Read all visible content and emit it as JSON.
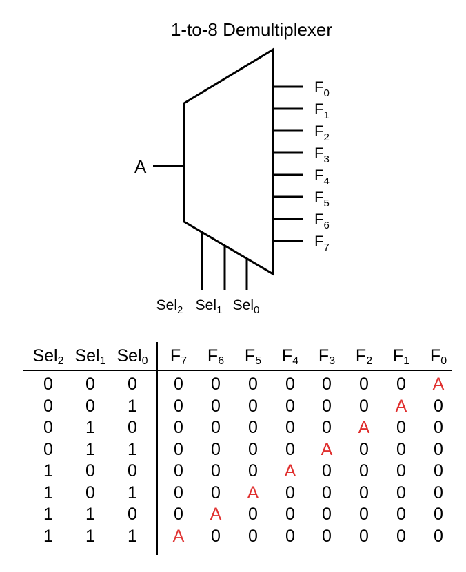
{
  "title": "1-to-8 Demultiplexer",
  "colors": {
    "line": "#000000",
    "highlight": "#e0302f"
  },
  "input_label": "A",
  "outputs": [
    {
      "base": "F",
      "sub": "0"
    },
    {
      "base": "F",
      "sub": "1"
    },
    {
      "base": "F",
      "sub": "2"
    },
    {
      "base": "F",
      "sub": "3"
    },
    {
      "base": "F",
      "sub": "4"
    },
    {
      "base": "F",
      "sub": "5"
    },
    {
      "base": "F",
      "sub": "6"
    },
    {
      "base": "F",
      "sub": "7"
    }
  ],
  "selects": [
    {
      "base": "Sel",
      "sub": "2"
    },
    {
      "base": "Sel",
      "sub": "1"
    },
    {
      "base": "Sel",
      "sub": "0"
    }
  ],
  "truth_table": {
    "select_headers": [
      {
        "base": "Sel",
        "sub": "2"
      },
      {
        "base": "Sel",
        "sub": "1"
      },
      {
        "base": "Sel",
        "sub": "0"
      }
    ],
    "output_headers": [
      {
        "base": "F",
        "sub": "7"
      },
      {
        "base": "F",
        "sub": "6"
      },
      {
        "base": "F",
        "sub": "5"
      },
      {
        "base": "F",
        "sub": "4"
      },
      {
        "base": "F",
        "sub": "3"
      },
      {
        "base": "F",
        "sub": "2"
      },
      {
        "base": "F",
        "sub": "1"
      },
      {
        "base": "F",
        "sub": "0"
      }
    ],
    "rows": [
      {
        "sel": [
          "0",
          "0",
          "0"
        ],
        "out": [
          "0",
          "0",
          "0",
          "0",
          "0",
          "0",
          "0",
          "A"
        ]
      },
      {
        "sel": [
          "0",
          "0",
          "1"
        ],
        "out": [
          "0",
          "0",
          "0",
          "0",
          "0",
          "0",
          "A",
          "0"
        ]
      },
      {
        "sel": [
          "0",
          "1",
          "0"
        ],
        "out": [
          "0",
          "0",
          "0",
          "0",
          "0",
          "A",
          "0",
          "0"
        ]
      },
      {
        "sel": [
          "0",
          "1",
          "1"
        ],
        "out": [
          "0",
          "0",
          "0",
          "0",
          "A",
          "0",
          "0",
          "0"
        ]
      },
      {
        "sel": [
          "1",
          "0",
          "0"
        ],
        "out": [
          "0",
          "0",
          "0",
          "A",
          "0",
          "0",
          "0",
          "0"
        ]
      },
      {
        "sel": [
          "1",
          "0",
          "1"
        ],
        "out": [
          "0",
          "0",
          "A",
          "0",
          "0",
          "0",
          "0",
          "0"
        ]
      },
      {
        "sel": [
          "1",
          "1",
          "0"
        ],
        "out": [
          "0",
          "A",
          "0",
          "0",
          "0",
          "0",
          "0",
          "0"
        ]
      },
      {
        "sel": [
          "1",
          "1",
          "1"
        ],
        "out": [
          "A",
          "0",
          "0",
          "0",
          "0",
          "0",
          "0",
          "0"
        ]
      }
    ]
  }
}
